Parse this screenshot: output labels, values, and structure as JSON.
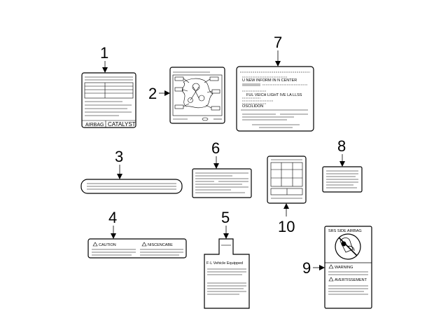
{
  "callouts": [
    "1",
    "2",
    "3",
    "4",
    "5",
    "6",
    "7",
    "8",
    "9",
    "10"
  ],
  "label1": {
    "left_text": "AIRBAG",
    "right_text": "CATALYST"
  },
  "label4": {
    "caution_text": "CAUTION",
    "right_text": "NISCENCABE"
  },
  "label5": {
    "header_text": "F·L Vehicle Equipped"
  },
  "label7": {
    "line2": "U NEW INFORM IN N CENTER",
    "line4": "FUL VEICH LIGHT IVE LA LLSS",
    "line5": "OSCILIDON"
  },
  "label9": {
    "title": "SRS SIDE AIRBAG",
    "warning_text": "WARNING",
    "second_warning_text": "AVERTISSEMENT"
  }
}
